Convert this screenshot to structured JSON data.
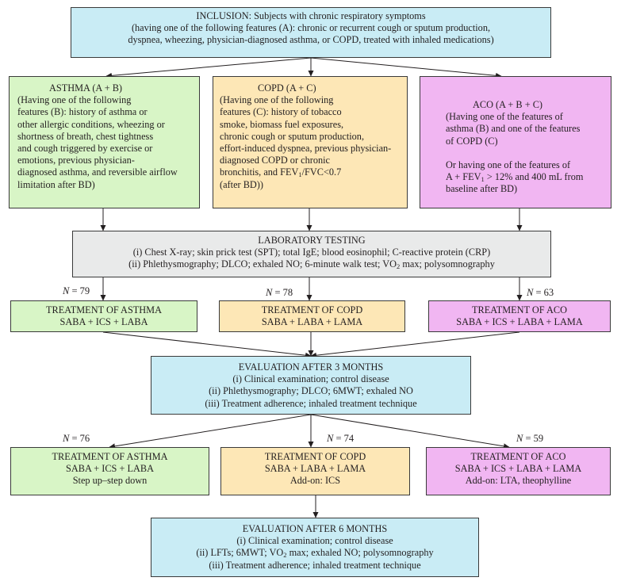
{
  "inclusion": {
    "lines": [
      "INCLUSION: Subjects with chronic respiratory symptoms",
      "(having one of the following features (A): chronic or recurrent cough or sputum production,",
      "dyspnea, wheezing, physician-diagnosed asthma, or COPD, treated with inhaled medications)"
    ]
  },
  "asthma": {
    "title": "ASTHMA (A + B)",
    "lines": [
      "(Having one of the following",
      "features (B): history of asthma or",
      "other allergic conditions, wheezing or",
      "shortness of breath, chest tightness",
      "and cough triggered by exercise or",
      "emotions, previous physician-",
      "diagnosed asthma, and reversible airflow",
      "limitation after BD)"
    ]
  },
  "copd": {
    "title": "COPD (A + C)",
    "lines": [
      "(Having one of the following",
      "features (C): history of tobacco",
      "smoke, biomass fuel exposures,",
      "chronic cough or sputum production,",
      "effort-induced dyspnea, previous physician-",
      "diagnosed COPD or chronic",
      "bronchitis, and FEV",
      "1",
      "/FVC<0.7",
      "(after BD))"
    ]
  },
  "aco": {
    "title": "ACO (A + B + C)",
    "lines": [
      "(Having one of the features of",
      "asthma (B) and one of the features",
      "of COPD (C)",
      "Or having one of the features of",
      "A + FEV",
      "1",
      " > 12% and 400 mL from",
      "baseline after BD)"
    ]
  },
  "lab": {
    "title": "LABORATORY TESTING",
    "line1": "(i) Chest X-ray; skin prick test (SPT); total IgE; blood eosinophil; C-reactive protein (CRP)",
    "line2a": "(ii) Phlethysmography; DLCO; exhaled NO; 6-minute walk test; VO",
    "line2sub": "2",
    "line2b": " max; polysomnography"
  },
  "n_labels": {
    "n_prefix": "N",
    "round1": [
      "= 79",
      "= 78",
      "= 63"
    ],
    "round2": [
      "= 76",
      "= 74",
      "= 59"
    ]
  },
  "treat1": [
    {
      "title": "TREATMENT OF ASTHMA",
      "line": "SABA + ICS + LABA"
    },
    {
      "title": "TREATMENT OF COPD",
      "line": "SABA + LABA + LAMA"
    },
    {
      "title": "TREATMENT OF ACO",
      "line": "SABA + ICS + LABA + LAMA"
    }
  ],
  "eval3": {
    "title": "EVALUATION AFTER 3 MONTHS",
    "lines": [
      "(i) Clinical examination; control disease",
      "(ii) Phlethysmography; DLCO; 6MWT; exhaled NO",
      "(iii) Treatment adherence; inhaled treatment technique"
    ]
  },
  "treat2": [
    {
      "title": "TREATMENT OF ASTHMA",
      "line": "SABA + ICS + LABA",
      "extra": "Step up–step down"
    },
    {
      "title": "TREATMENT OF COPD",
      "line": "SABA + LABA + LAMA",
      "extra": "Add-on: ICS"
    },
    {
      "title": "TREATMENT OF ACO",
      "line": "SABA + ICS + LABA + LAMA",
      "extra": "Add-on: LTA, theophylline"
    }
  ],
  "eval6": {
    "title": "EVALUATION AFTER 6 MONTHS",
    "line1": "(i) Clinical examination; control disease",
    "line2a": "(ii) LFTs; 6MWT; VO",
    "line2sub": "2",
    "line2b": " max; exhaled NO; polysomnography",
    "line3": "(iii) Treatment adherence; inhaled treatment technique"
  },
  "colors": {
    "blue": "#c9ecf5",
    "green": "#d8f5c6",
    "orange": "#fde7b6",
    "pink": "#f1b6f2",
    "grey": "#e9eaea"
  }
}
